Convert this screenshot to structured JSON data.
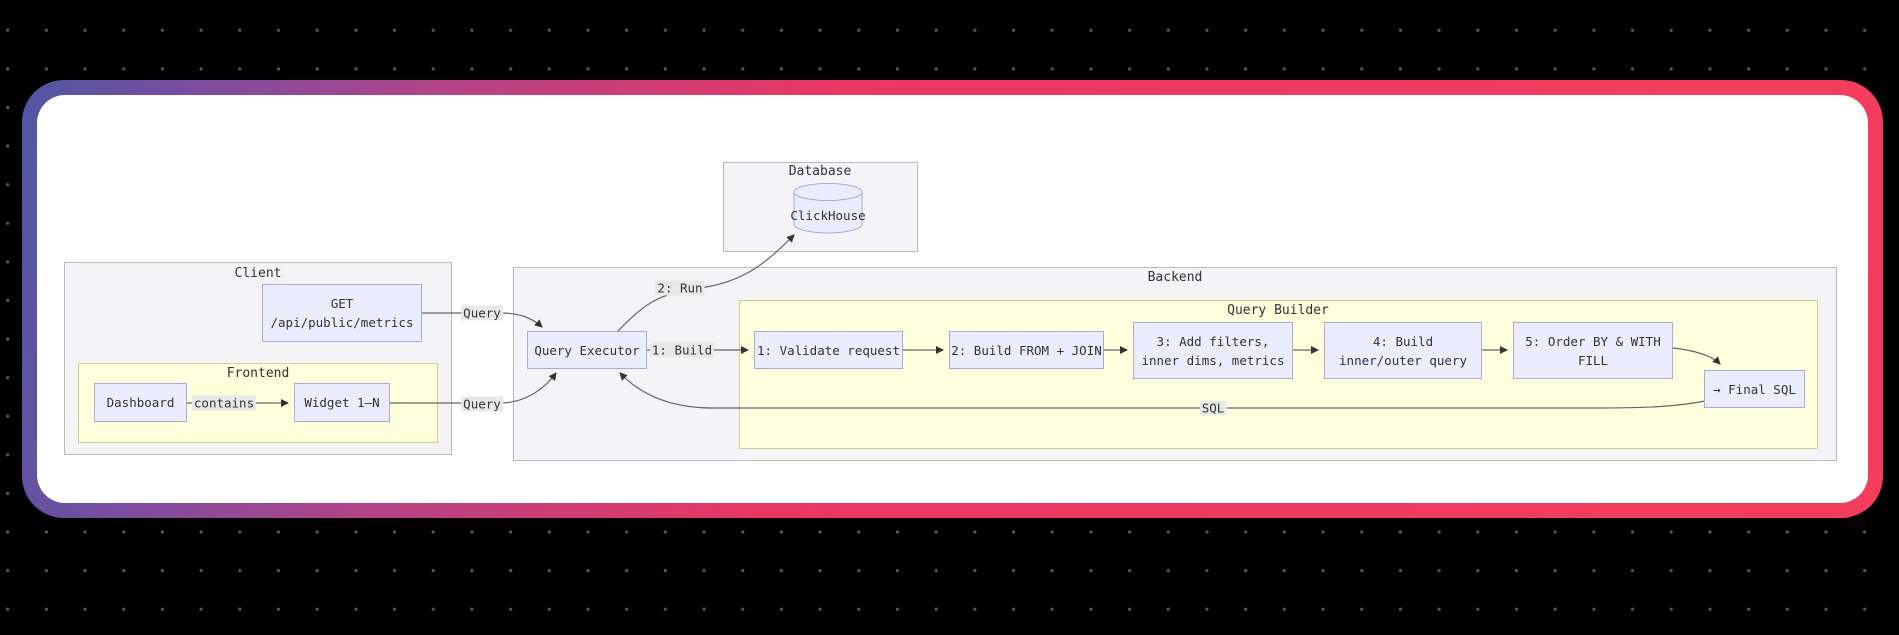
{
  "diagram": {
    "clusters": {
      "database": {
        "label": "Database"
      },
      "client": {
        "label": "Client"
      },
      "frontend": {
        "label": "Frontend"
      },
      "backend": {
        "label": "Backend"
      },
      "query_builder": {
        "label": "Query Builder"
      }
    },
    "nodes": {
      "clickhouse": {
        "label": "ClickHouse"
      },
      "get_endpoint": {
        "line1": "GET",
        "line2": "/api/public/metrics"
      },
      "dashboard": {
        "label": "Dashboard"
      },
      "widget": {
        "label": "Widget 1–N"
      },
      "query_executor": {
        "label": "Query Executor"
      },
      "validate": {
        "label": "1: Validate request"
      },
      "build_from": {
        "label": "2: Build FROM + JOIN"
      },
      "add_filters": {
        "line1": "3: Add filters,",
        "line2": "inner dims, metrics"
      },
      "build_inner_outer": {
        "line1": "4: Build",
        "line2": "inner/outer query"
      },
      "order_by": {
        "line1": "5: Order BY & WITH",
        "line2": "FILL"
      },
      "final_sql": {
        "label": "→ Final SQL"
      }
    },
    "edge_labels": {
      "query_top": "Query",
      "query_bottom": "Query",
      "run": "2: Run",
      "build": "1: Build",
      "contains": "contains",
      "sql": "SQL"
    },
    "colors": {
      "page_background": "#000000",
      "dot_grid": "#56565c",
      "card_background": "#ffffff",
      "border_gradient_start": "#4f57a4",
      "border_gradient_mid": "#b44387",
      "border_gradient_end": "#f43d5d",
      "node_fill": "#ececff",
      "node_border": "#a9a9dd",
      "cluster_gray_fill": "#f4f4f7",
      "cluster_yellow_fill": "#ffffde",
      "edge_line": "#666666",
      "edge_label_bg": "#e8e8e8",
      "text": "#333333"
    }
  }
}
